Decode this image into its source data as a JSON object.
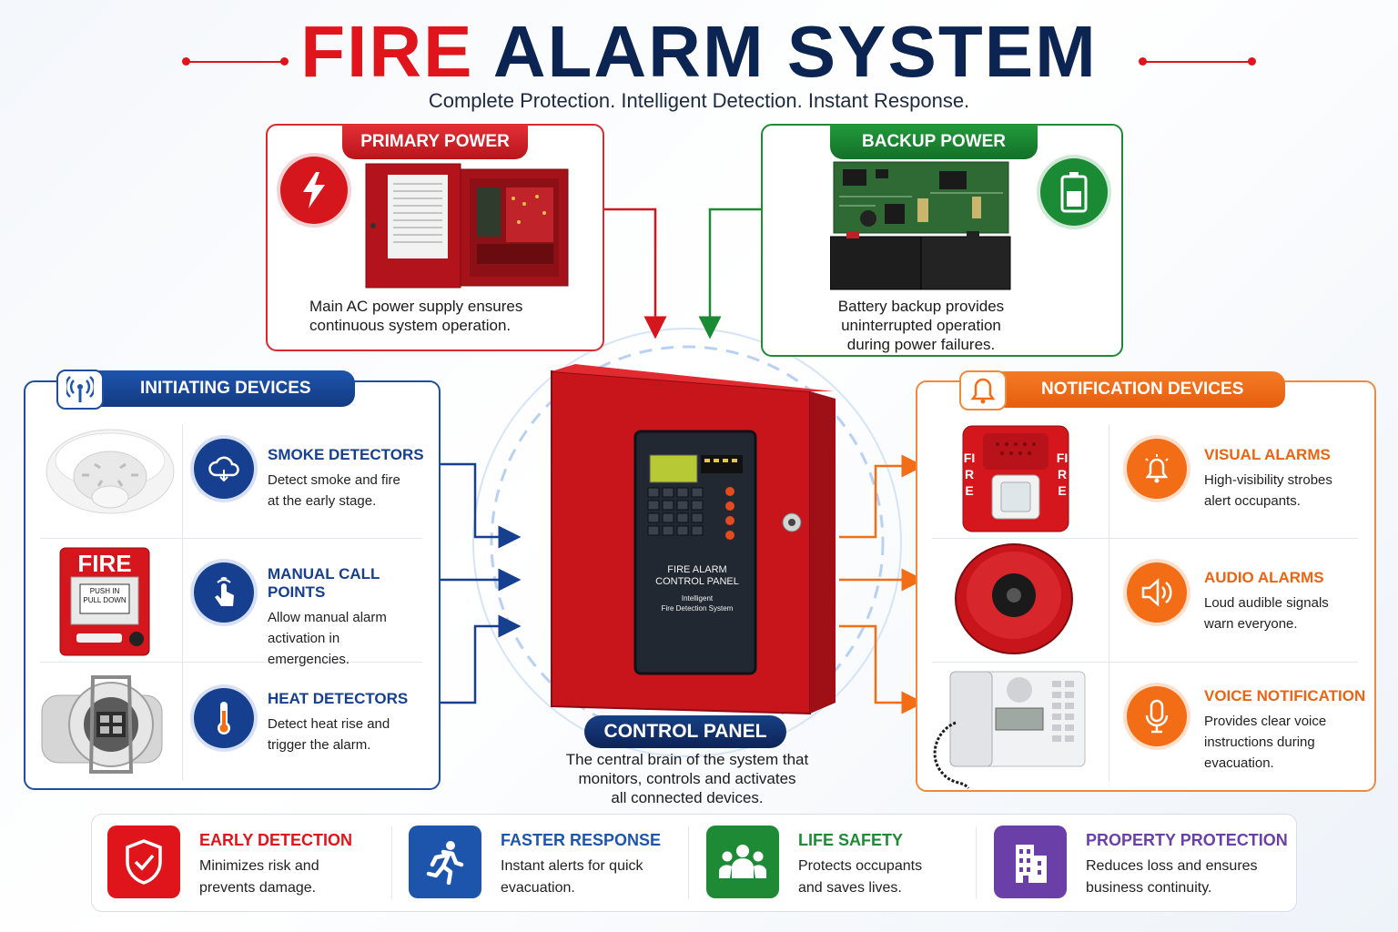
{
  "header": {
    "title_fire": "FIRE",
    "title_rest": "ALARM SYSTEM",
    "subtitle": "Complete Protection. Intelligent Detection. Instant Response."
  },
  "primary_power": {
    "title": "PRIMARY POWER",
    "desc_line1": "Main AC power supply ensures",
    "desc_line2": "continuous system operation.",
    "icon": "lightning-bolt-icon"
  },
  "backup_power": {
    "title": "BACKUP POWER",
    "desc_line1": "Battery backup provides",
    "desc_line2": "uninterrupted operation",
    "desc_line3": "during power failures.",
    "icon": "battery-icon"
  },
  "initiating": {
    "title": "INITIATING DEVICES",
    "items": [
      {
        "title": "SMOKE DETECTORS",
        "line1": "Detect smoke and fire",
        "line2": "at the early stage.",
        "line3": ""
      },
      {
        "title": "MANUAL CALL POINTS",
        "line1": "Allow manual alarm",
        "line2": "activation in",
        "line3": "emergencies."
      },
      {
        "title": "HEAT DETECTORS",
        "line1": "Detect heat rise and",
        "line2": "trigger the alarm.",
        "line3": ""
      }
    ],
    "call_point_label": "FIRE",
    "call_point_small": "PUSH IN",
    "call_point_small2": "PULL DOWN"
  },
  "notification": {
    "title": "NOTIFICATION DEVICES",
    "items": [
      {
        "title": "VISUAL ALARMS",
        "line1": "High-visibility strobes",
        "line2": "alert occupants.",
        "line3": ""
      },
      {
        "title": "AUDIO ALARMS",
        "line1": "Loud audible signals",
        "line2": "warn everyone.",
        "line3": ""
      },
      {
        "title": "VOICE NOTIFICATION",
        "line1": "Provides clear voice",
        "line2": "instructions during",
        "line3": "evacuation."
      }
    ],
    "strobe_letters": "FIRE"
  },
  "control_panel": {
    "label": "CONTROL PANEL",
    "desc_line1": "The central brain of the system that",
    "desc_line2": "monitors, controls and activates",
    "desc_line3": "all connected devices.",
    "device_text1": "FIRE ALARM",
    "device_text2": "CONTROL PANEL",
    "device_text3": "Intelligent",
    "device_text4": "Fire Detection System"
  },
  "benefits": [
    {
      "title": "EARLY DETECTION",
      "line1": "Minimizes risk and",
      "line2": "prevents damage.",
      "color": "#e0151b",
      "icon": "shield-check-icon"
    },
    {
      "title": "FASTER RESPONSE",
      "line1": "Instant alerts for quick",
      "line2": "evacuation.",
      "color": "#1d55ad",
      "icon": "running-person-icon"
    },
    {
      "title": "LIFE SAFETY",
      "line1": "Protects occupants",
      "line2": "and saves lives.",
      "color": "#1f8a35",
      "icon": "people-group-icon"
    },
    {
      "title": "PROPERTY PROTECTION",
      "line1": "Reduces loss and ensures",
      "line2": "business continuity.",
      "color": "#6b3fa8",
      "icon": "building-icon"
    }
  ],
  "colors": {
    "red": "#e0151b",
    "navy": "#0c2452",
    "blue": "#1d55ad",
    "green": "#1f8a35",
    "orange": "#f26d15",
    "purple": "#6b3fa8"
  }
}
